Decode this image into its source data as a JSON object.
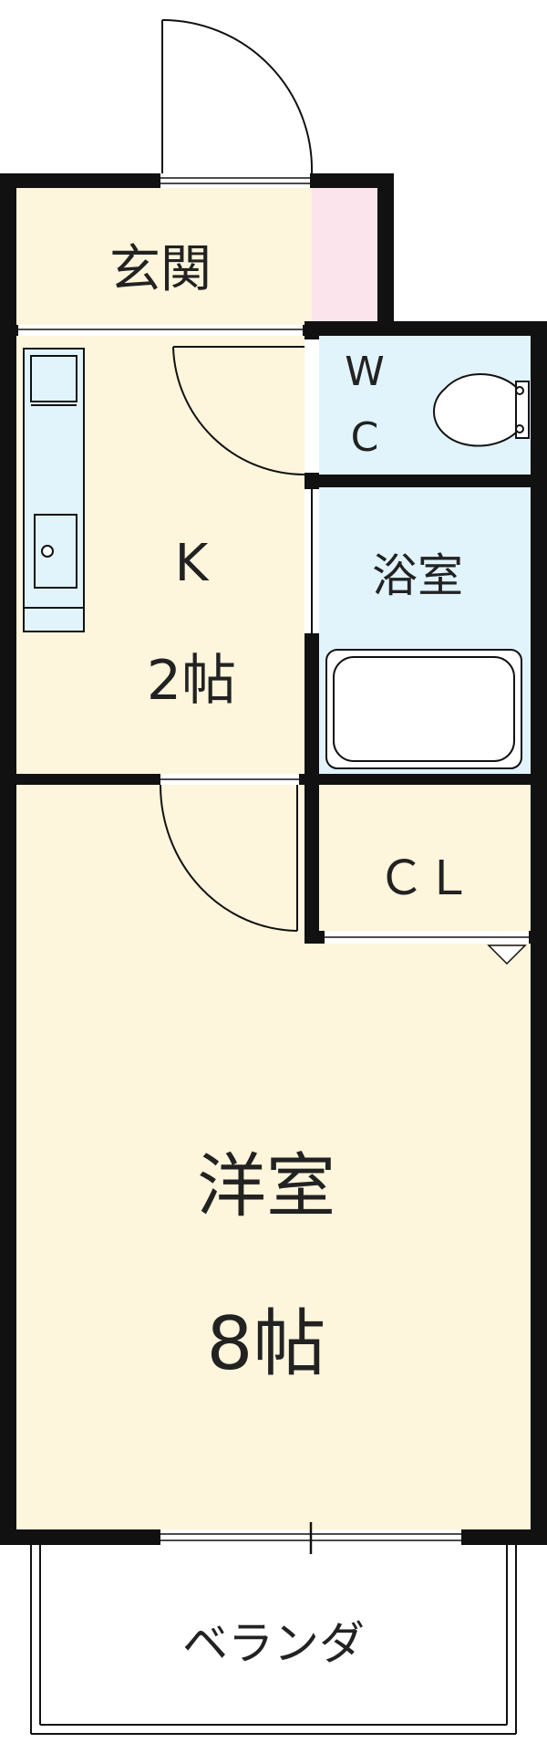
{
  "rooms": {
    "entrance": {
      "label": "玄関"
    },
    "kitchen": {
      "label": "K",
      "size": "2帖"
    },
    "toilet": {
      "label_w": "W",
      "label_c": "C"
    },
    "bath": {
      "label": "浴室"
    },
    "closet": {
      "label": "ＣＬ"
    },
    "western_room": {
      "label": "洋室",
      "size": "8帖"
    },
    "veranda": {
      "label": "ベランダ"
    }
  },
  "colors": {
    "wall": "#111111",
    "floor": "#fdf5dc",
    "wet_area": "#e1f3fb",
    "storage": "#fce4ec"
  }
}
